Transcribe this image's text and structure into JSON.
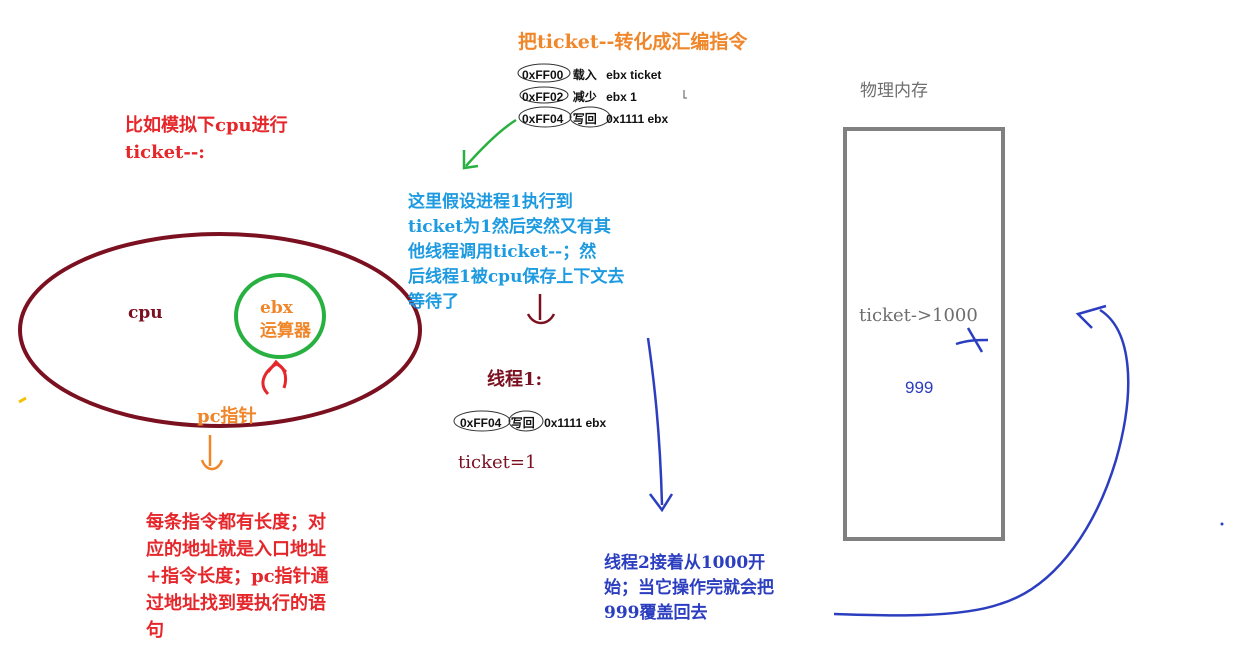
{
  "title": "把ticket--转化成汇编指令",
  "instructions": [
    {
      "addr": "0xFF00",
      "op": "载入",
      "args": "ebx ticket"
    },
    {
      "addr": "0xFF02",
      "op": "减少",
      "args": "ebx  1"
    },
    {
      "addr": "0xFF04",
      "op": "写回",
      "args": "0x1111 ebx"
    }
  ],
  "intro_lines": [
    "比如模拟下cpu进行",
    "ticket--:"
  ],
  "note1_lines": [
    "这里假设进程1执行到",
    "ticket为1然后突然又有其",
    "他线程调用ticket--；然",
    "后线程1被cpu保存上下文去",
    "等待了"
  ],
  "cpu": {
    "label": "cpu",
    "ebx_line1": "ebx",
    "ebx_line2": "运算器",
    "pc_label": "pc指针"
  },
  "note2_lines": [
    "每条指令都有长度；对",
    "应的地址就是入口地址",
    "+指令长度；pc指针通",
    "过地址找到要执行的语",
    "句"
  ],
  "thread1": {
    "label": "线程1:",
    "instruction": {
      "addr": "0xFF04",
      "op": "写回",
      "args": "0x1111 ebx"
    },
    "ticket": "ticket=1"
  },
  "memory": {
    "title": "物理内存",
    "ticket": "ticket->1000",
    "new_value": "999"
  },
  "note3_lines": [
    "线程2接着从1000开",
    "始；当它操作完就会把",
    "999覆盖回去"
  ],
  "colors": {
    "orange": "#f0862a",
    "red": "#e5262a",
    "blue": "#1e9be0",
    "darkred": "#7a1020",
    "navy": "#2c3ec0",
    "green": "#28b040",
    "gray": "#808080"
  }
}
